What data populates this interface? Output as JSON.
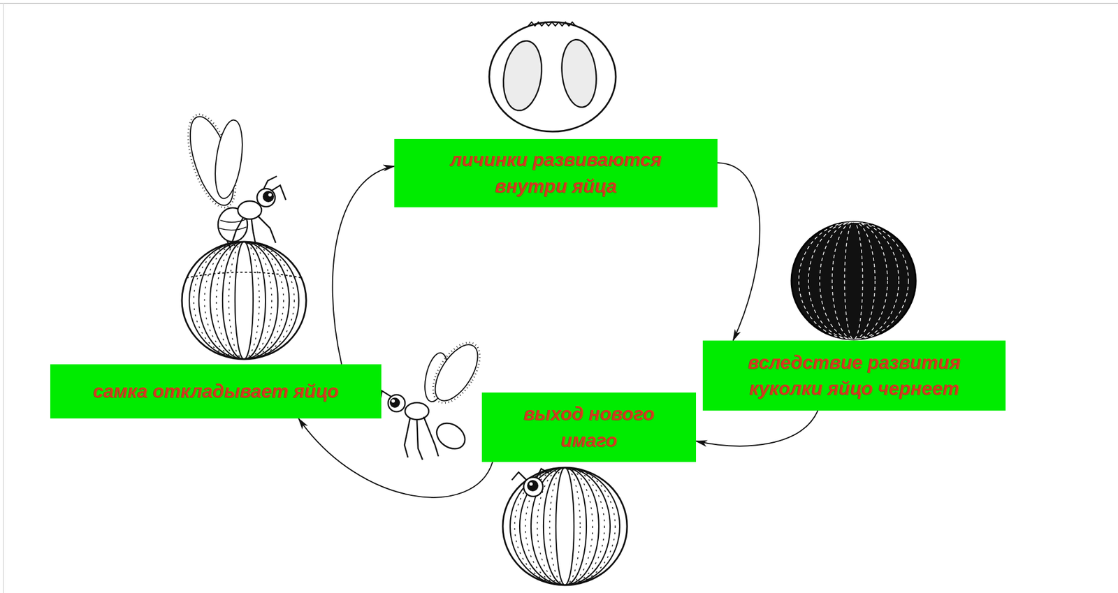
{
  "diagram": {
    "nodes": [
      {
        "text": [
          "личинки развиваются внутри яйца"
        ]
      },
      {
        "text": [
          "вследствие развития куколки яйцо чернеет"
        ]
      },
      {
        "text": [
          "выход нового имаго"
        ]
      },
      {
        "text": [
          "самка откладывает яйцо"
        ]
      }
    ],
    "edges": [
      {
        "from": 3,
        "to": 0,
        "arrow": "to"
      },
      {
        "from": 0,
        "to": 1,
        "arrow": "to"
      },
      {
        "from": 1,
        "to": 2,
        "arrow": "to"
      },
      {
        "from": 2,
        "to": 3,
        "arrow": "to"
      }
    ]
  }
}
